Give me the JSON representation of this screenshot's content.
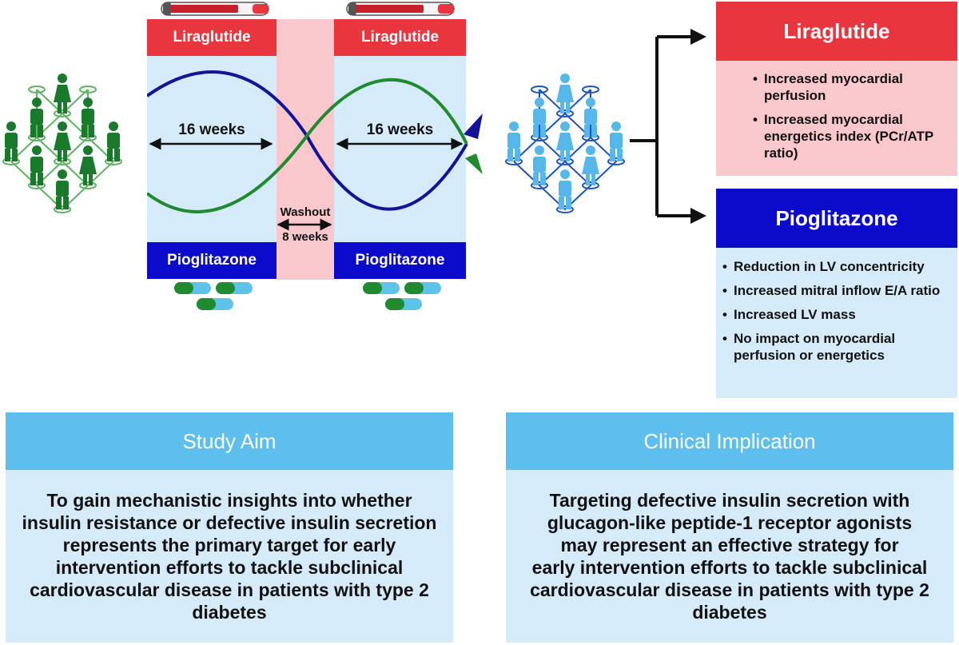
{
  "trial": {
    "period1_duration": "16 weeks",
    "period2_duration": "16 weeks",
    "washout_label": "Washout",
    "washout_duration": "8 weeks",
    "arm_top_label": "Liraglutide",
    "arm_bottom_label": "Pioglitazone"
  },
  "outcomes": {
    "liraglutide": {
      "title": "Liraglutide",
      "items": [
        "Increased myocardial perfusion",
        "Increased myocardial energetics index (PCr/ATP ratio)"
      ]
    },
    "pioglitazone": {
      "title": "Pioglitazone",
      "items": [
        "Reduction in LV concentricity",
        "Increased mitral inflow E/A ratio",
        "Increased LV mass",
        "No impact on myocardial perfusion or energetics"
      ]
    }
  },
  "study_aim": {
    "title": "Study Aim",
    "lines": [
      "To gain mechanistic insights into whether",
      "insulin resistance or defective insulin secretion",
      "represents the primary target for early",
      "intervention efforts to tackle subclinical",
      "cardiovascular disease in patients with type 2",
      "diabetes"
    ]
  },
  "clinical_implication": {
    "title": "Clinical Implication",
    "lines": [
      "Targeting defective insulin secretion with",
      "glucagon-like peptide-1 receptor agonists",
      "may represent an effective strategy for",
      "early intervention efforts to tackle subclinical",
      "cardiovascular disease in patients with type 2",
      "diabetes"
    ]
  },
  "colors": {
    "liraglutide_red": "#e9353e",
    "pioglitazone_blue": "#0c0bcc",
    "phase_light_blue": "#d6ebf9",
    "washout_pink": "#f9c8cc",
    "outcome_pink": "#f9c8cc",
    "panel_header": "#5ebfef",
    "pre_cohort_green": "#1a7a2c",
    "post_cohort_blue": "#56b7ea",
    "liraglutide_curve": "#1f8a2e",
    "pioglitazone_curve": "#13139a"
  },
  "icons": {
    "pre_cohort": "person-network-icon",
    "post_cohort": "person-network-icon",
    "vial": "injection-vial-icon",
    "capsule": "capsule-pill-icon"
  }
}
